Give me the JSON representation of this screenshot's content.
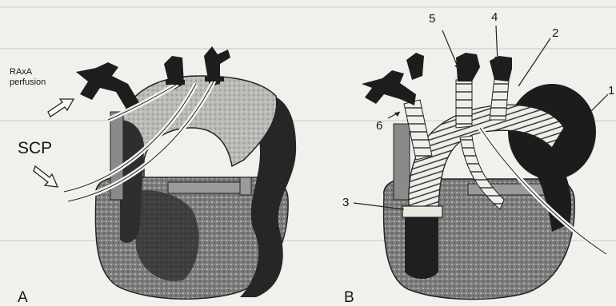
{
  "panel_a": {
    "letter": "A",
    "perfusion_label_1": "RAxA",
    "perfusion_label_2": "perfusion",
    "scp_label": "SCP"
  },
  "panel_b": {
    "letter": "B",
    "callouts": [
      "1",
      "2",
      "3",
      "4",
      "5",
      "6"
    ]
  },
  "colors": {
    "ink": "#151515",
    "dark_vessel": "#262626",
    "shade": "#6a6a6a",
    "paper": "#f1f0ec"
  }
}
